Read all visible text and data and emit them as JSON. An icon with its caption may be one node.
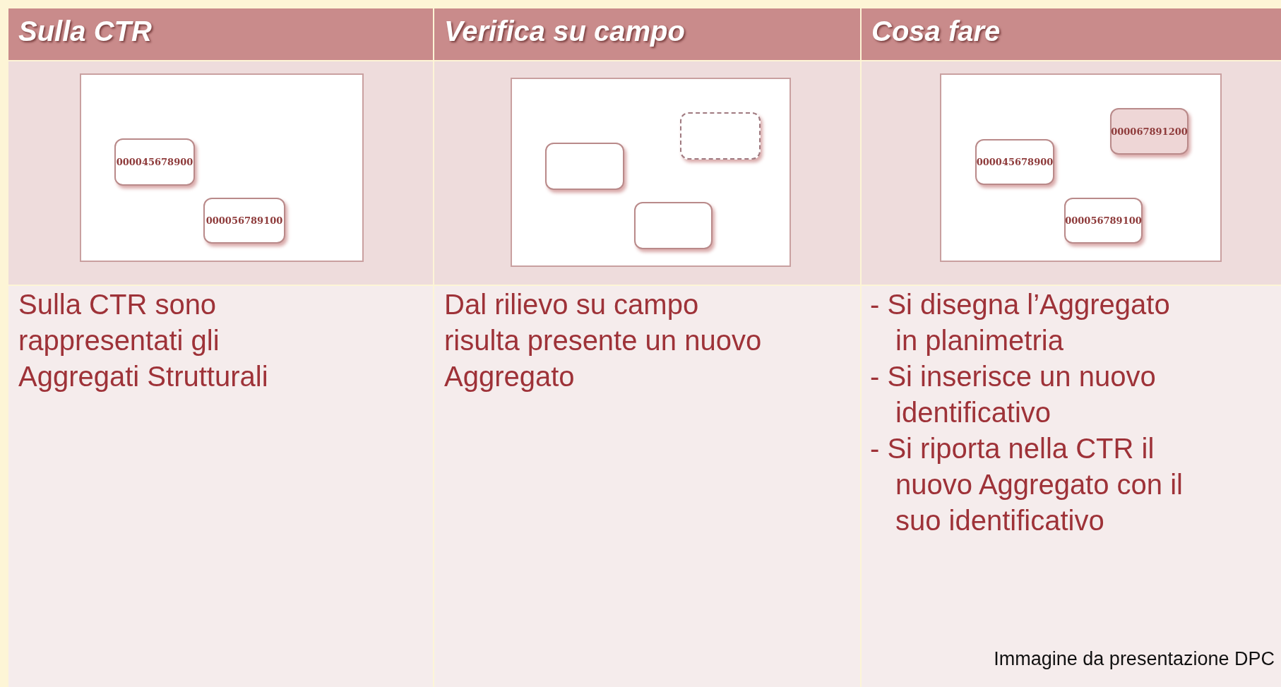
{
  "diagram": {
    "nodes": [
      {
        "text": [],
        "shape": "box"
      },
      {
        "text": [
          "000045678900"
        ],
        "in": 0
      },
      {
        "text": [
          "000056789100"
        ],
        "in": 0
      },
      {
        "text": [],
        "shape": "box"
      },
      {
        "text": [],
        "shape": "box",
        "in": 3
      },
      {
        "text": [],
        "shape": "box",
        "in": 3
      },
      {
        "text": [],
        "shape": "box",
        "in": 3
      },
      {
        "text": [],
        "shape": "box"
      },
      {
        "text": [
          "000067891200"
        ],
        "in": 7
      },
      {
        "text": [
          "000045678900"
        ],
        "in": 7
      },
      {
        "text": [
          "000056789100"
        ],
        "in": 7
      }
    ],
    "edges": [],
    "labels": [
      "Sulla CTR",
      "Verifica su campo",
      "Cosa fare",
      "Sulla CTR sono rappresentati gli Aggregati Strutturali",
      "Dal rilievo su campo risulta presente un nuovo Aggregato",
      "- Si disegna l’Aggregato in planimetria",
      "- Si inserisce un nuovo identificativo",
      "- Si riporta nella CTR il nuovo Aggregato con il suo identificativo",
      "Immagine da presentazione DPC"
    ]
  }
}
